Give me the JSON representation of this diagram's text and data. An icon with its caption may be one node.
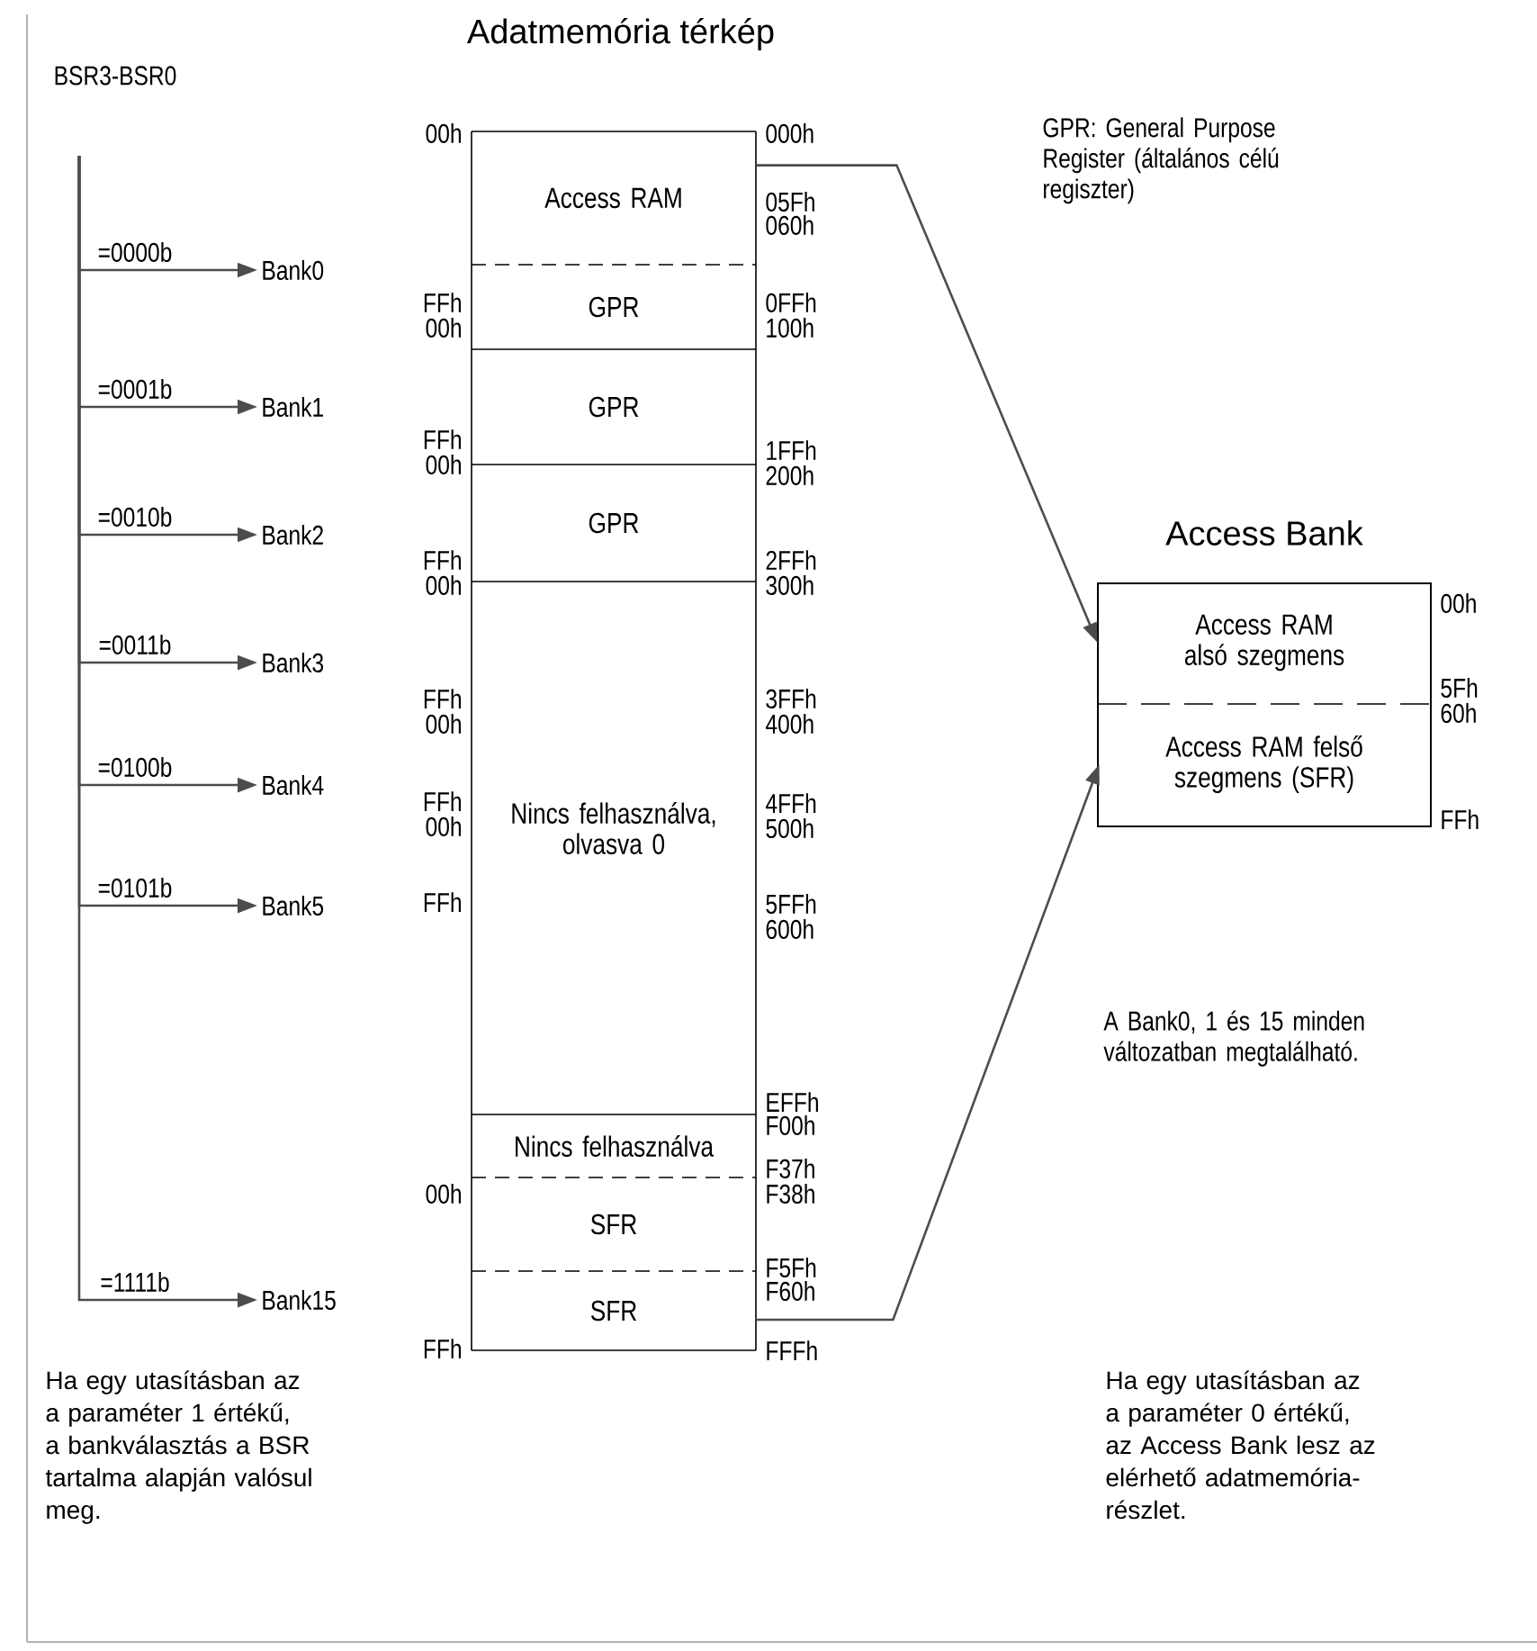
{
  "diagram": {
    "title": "Adatmemória térkép",
    "nodes": [
      {
        "text": [
          "BSR3-BSR0"
        ]
      },
      {
        "text": [
          "Bank0"
        ]
      },
      {
        "text": [
          "Bank1"
        ]
      },
      {
        "text": [
          "Bank2"
        ]
      },
      {
        "text": [
          "Bank3"
        ]
      },
      {
        "text": [
          "Bank4"
        ]
      },
      {
        "text": [
          "Bank5"
        ]
      },
      {
        "text": [
          "Bank15"
        ]
      },
      {
        "text": [
          "Access RAM"
        ]
      },
      {
        "text": [
          "GPR"
        ]
      },
      {
        "text": [
          "GPR"
        ]
      },
      {
        "text": [
          "GPR"
        ]
      },
      {
        "text": [
          "Nincs felhasználva, olvasva 0"
        ]
      },
      {
        "text": [
          "Nincs felhasználva"
        ]
      },
      {
        "text": [
          "SFR"
        ]
      },
      {
        "text": [
          "SFR"
        ]
      },
      {
        "text": [
          "Access Bank"
        ]
      },
      {
        "text": [
          "Access RAM alsó szegmens"
        ],
        "in": 16
      },
      {
        "text": [
          "Access RAM felső szegmens (SFR)"
        ],
        "in": 16
      }
    ],
    "edges": [
      {
        "from": 0,
        "to": 1,
        "arrow": "to",
        "label": "=0000b"
      },
      {
        "from": 0,
        "to": 2,
        "arrow": "to",
        "label": "=0001b"
      },
      {
        "from": 0,
        "to": 3,
        "arrow": "to",
        "label": "=0010b"
      },
      {
        "from": 0,
        "to": 4,
        "arrow": "to",
        "label": "=0011b"
      },
      {
        "from": 0,
        "to": 5,
        "arrow": "to",
        "label": "=0100b"
      },
      {
        "from": 0,
        "to": 6,
        "arrow": "to",
        "label": "=0101b"
      },
      {
        "from": 0,
        "to": 7,
        "arrow": "to",
        "label": "=1111b"
      },
      {
        "from": 8,
        "to": 17,
        "arrow": "to"
      },
      {
        "from": 15,
        "to": 18,
        "arrow": "to"
      }
    ],
    "labels": [
      "00h",
      "FFh",
      "00h",
      "FFh",
      "00h",
      "FFh",
      "00h",
      "FFh",
      "00h",
      "FFh",
      "00h",
      "FFh",
      "00h",
      "FFh",
      "000h",
      "05Fh",
      "060h",
      "0FFh",
      "100h",
      "1FFh",
      "200h",
      "2FFh",
      "300h",
      "3FFh",
      "400h",
      "4FFh",
      "500h",
      "5FFh",
      "600h",
      "EFFh",
      "F00h",
      "F37h",
      "F38h",
      "F5Fh",
      "F60h",
      "FFFh",
      "00h",
      "5Fh",
      "60h",
      "FFh",
      "GPR: General Purpose Register (általános célú regiszter)",
      "A Bank0, 1 és 15 minden változatban megtalálható.",
      "Ha egy utasításban az a paraméter 1 értékű, a bankválasztás a BSR tartalma alapján valósul meg.",
      "Ha egy utasításban az a paraméter 0 értékű, az Access Bank lesz az elérhető adatmemória-részlet."
    ]
  }
}
